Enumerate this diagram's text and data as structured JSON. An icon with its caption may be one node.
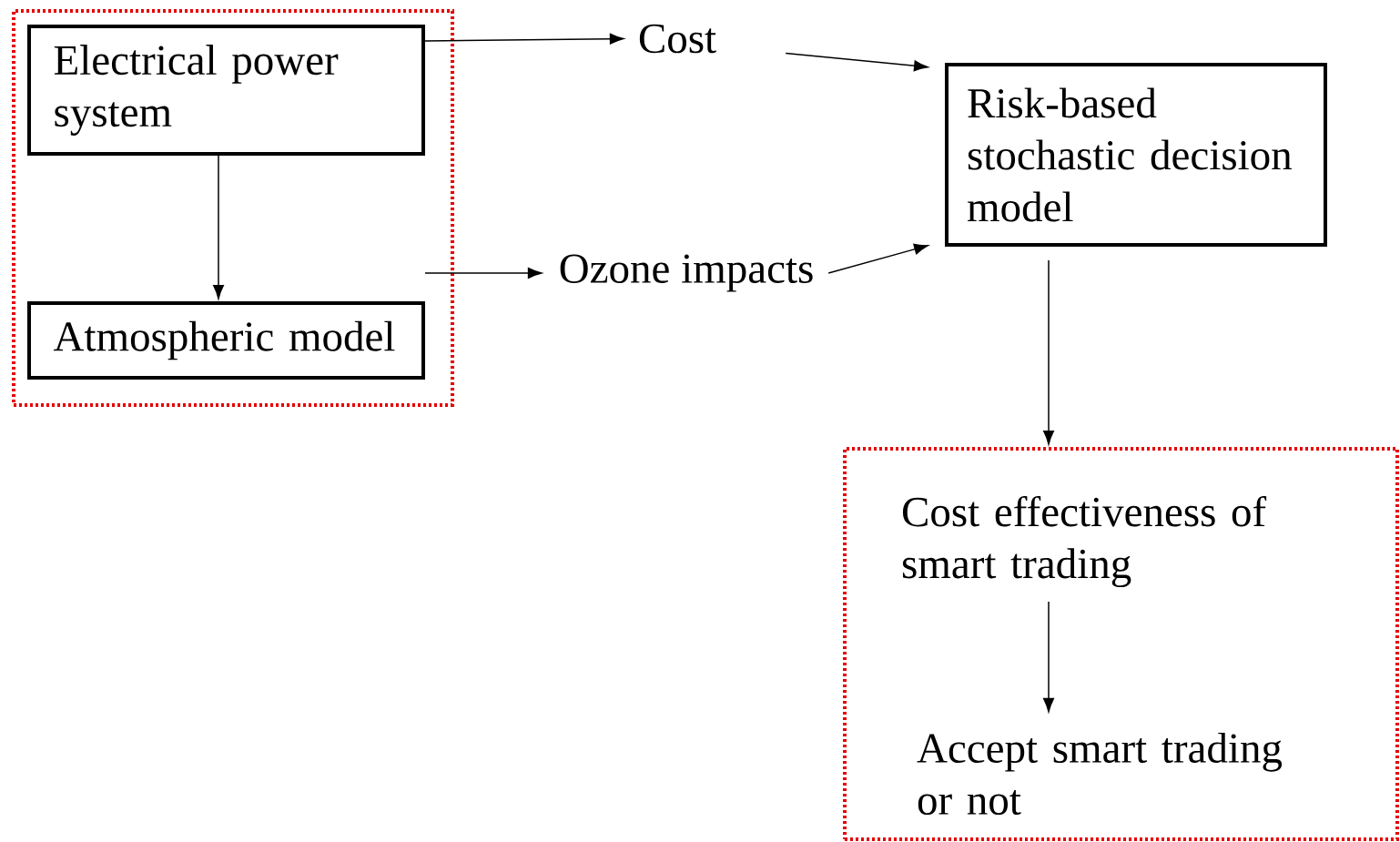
{
  "diagram": {
    "nodes": [
      {
        "text": [],
        "shape": "box"
      },
      {
        "text": [
          "Electrical power system"
        ],
        "in": 0
      },
      {
        "text": [
          "Atmospheric model"
        ],
        "in": 0
      },
      {
        "text": [
          "Cost"
        ]
      },
      {
        "text": [
          "Ozone impacts"
        ]
      },
      {
        "text": [
          "Risk-based stochastic decision model"
        ]
      },
      {
        "text": [],
        "shape": "box"
      },
      {
        "text": [
          "Cost effectiveness of smart trading"
        ],
        "in": 6
      },
      {
        "text": [
          "Accept smart trading or not"
        ],
        "in": 6
      }
    ],
    "edges": [
      {
        "from": 1,
        "to": 2,
        "arrow": "to"
      },
      {
        "from": 1,
        "to": 3,
        "arrow": "to"
      },
      {
        "from": 0,
        "to": 4,
        "arrow": "to"
      },
      {
        "from": 3,
        "to": 5,
        "arrow": "to"
      },
      {
        "from": 4,
        "to": 5,
        "arrow": "to"
      },
      {
        "from": 5,
        "to": 6,
        "arrow": "to"
      },
      {
        "from": 7,
        "to": 8,
        "arrow": "to"
      }
    ]
  }
}
